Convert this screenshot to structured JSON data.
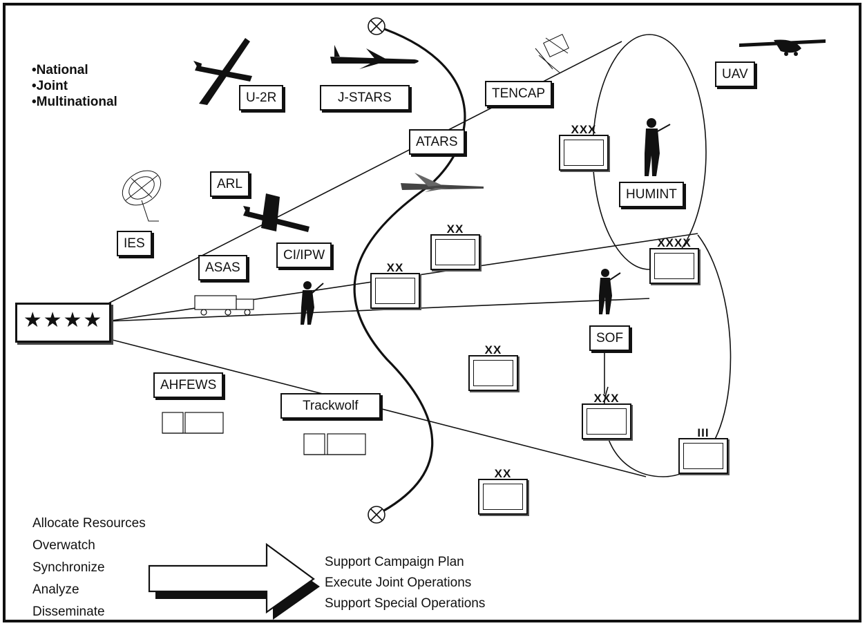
{
  "bullets": [
    "National",
    "Joint",
    "Multinational"
  ],
  "labels": {
    "u2r": "U-2R",
    "jstars": "J-STARS",
    "tencap": "TENCAP",
    "uav": "UAV",
    "atars": "ATARS",
    "arl": "ARL",
    "ies": "IES",
    "asas": "ASAS",
    "cipw": "CI/IPW",
    "humint": "HUMINT",
    "sof": "SOF",
    "ahfews": "AHFEWS",
    "trackwolf": "Trackwolf"
  },
  "command_echelon": "★★★★",
  "unit_echelons": {
    "xxx_top": "XXX",
    "xx_1": "XX",
    "xx_2": "XX",
    "xxxx": "XXXX",
    "xx_3": "XX",
    "xxx_mid": "XXX",
    "iii": "III",
    "xx_4": "XX"
  },
  "tasks": [
    "Allocate Resources",
    "Overwatch",
    "Synchronize",
    "Analyze",
    "Disseminate"
  ],
  "effects": [
    "Support Campaign Plan",
    "Execute Joint Operations",
    "Support Special Operations"
  ]
}
